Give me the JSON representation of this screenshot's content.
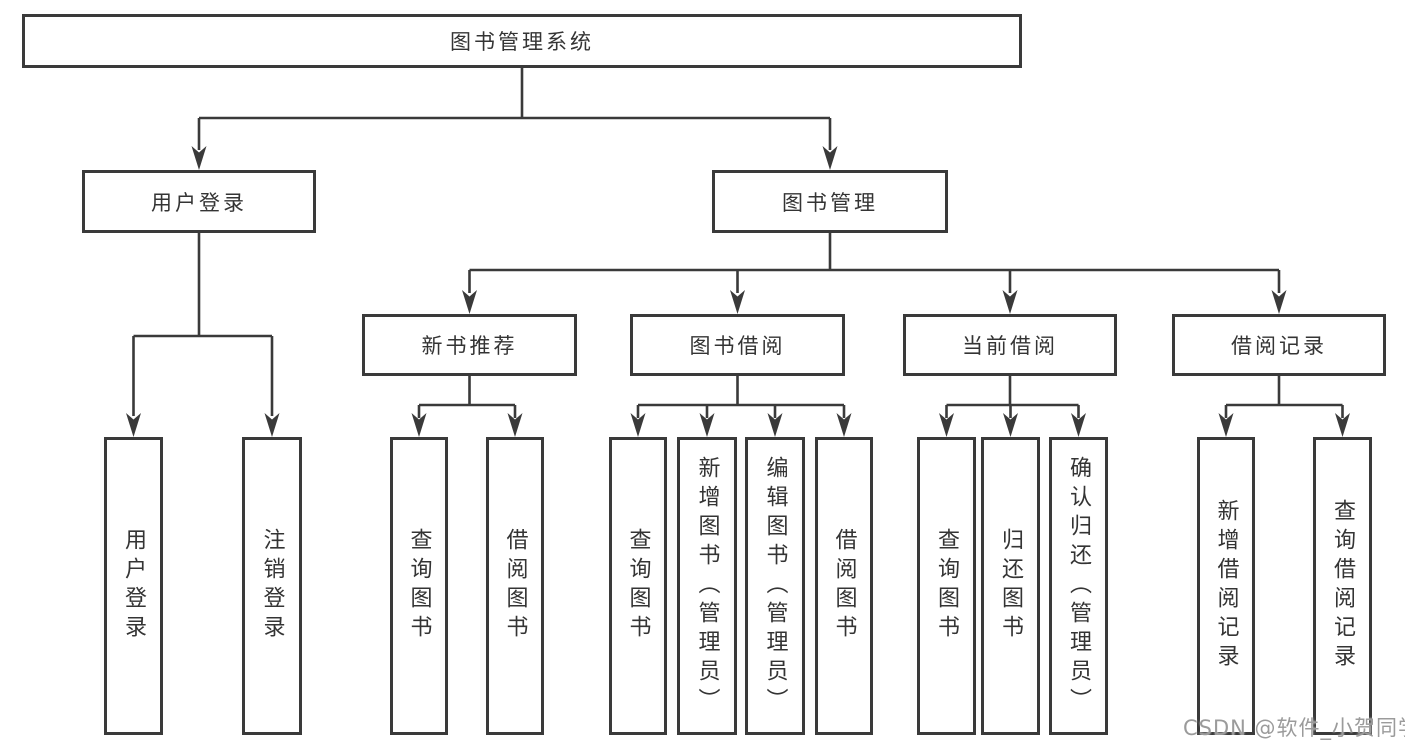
{
  "colors": {
    "line": "#3a3a3a",
    "box_border": "#3a3a3a",
    "text": "#343434",
    "background": "#ffffff",
    "watermark": "#9b9b9b"
  },
  "tree": {
    "root": {
      "label": "图书管理系统"
    },
    "branches": [
      {
        "label": "用户登录",
        "children": [
          "用户登录",
          "注销登录"
        ]
      },
      {
        "label": "图书管理",
        "sections": [
          {
            "label": "新书推荐",
            "children": [
              "查询图书",
              "借阅图书"
            ]
          },
          {
            "label": "图书借阅",
            "children": [
              "查询图书",
              "新增图书（管理员）",
              "编辑图书（管理员）",
              "借阅图书"
            ]
          },
          {
            "label": "当前借阅",
            "children": [
              "查询图书",
              "归还图书",
              "确认归还（管理员）"
            ]
          },
          {
            "label": "借阅记录",
            "children": [
              "新增借阅记录",
              "查询借阅记录"
            ]
          }
        ]
      }
    ]
  },
  "watermark": "CSDN @软件_小贺同学"
}
